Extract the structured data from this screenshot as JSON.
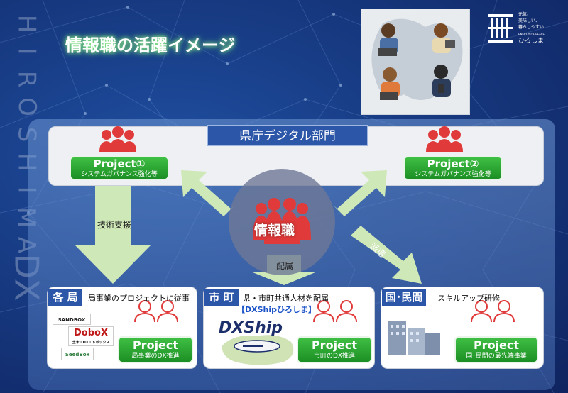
{
  "title": "情報職の活躍イメージ",
  "side_text": {
    "letters": [
      "H",
      "I",
      "R",
      "O",
      "S",
      "H",
      "I",
      "M",
      "A"
    ],
    "suffix": "DX"
  },
  "brand": {
    "tagline_1": "元気、",
    "tagline_2": "美味しい、",
    "tagline_3": "暮らしやすい",
    "small": "ENERGY OF PEACE",
    "name": "ひろしま"
  },
  "department": "県庁デジタル部門",
  "projects_top": [
    {
      "name": "Project①",
      "desc": "システムガバナンス強化等"
    },
    {
      "name": "Project②",
      "desc": "システムガバナンス強化等"
    }
  ],
  "center": {
    "label": "情報職"
  },
  "arrows": {
    "support": "技術支援",
    "assign": "配属",
    "dispatch": "派遣"
  },
  "sections": [
    {
      "label": "各 局",
      "desc": "局事業のプロジェクトに従事",
      "project_name": "Project",
      "project_desc": "局事業のDX推進",
      "logos": [
        "SANDBOX",
        "DoboX",
        "土木・DX・ドボックス",
        "SeedBox"
      ]
    },
    {
      "label": "市 町",
      "desc": "県・市町共通人材を配属",
      "sub": "【DXShipひろしま】",
      "logo": "DXShip",
      "project_name": "Project",
      "project_desc": "市町のDX推進"
    },
    {
      "label": "国･民間",
      "desc": "スキルアップ研修",
      "project_name": "Project",
      "project_desc": "国･民間の最先端事業"
    }
  ],
  "colors": {
    "background": "#173a82",
    "label_blue": "#2c56a8",
    "project_green": "#2aa530",
    "people_red": "#e03a3a",
    "arrow_green": "#cfe8b8"
  }
}
